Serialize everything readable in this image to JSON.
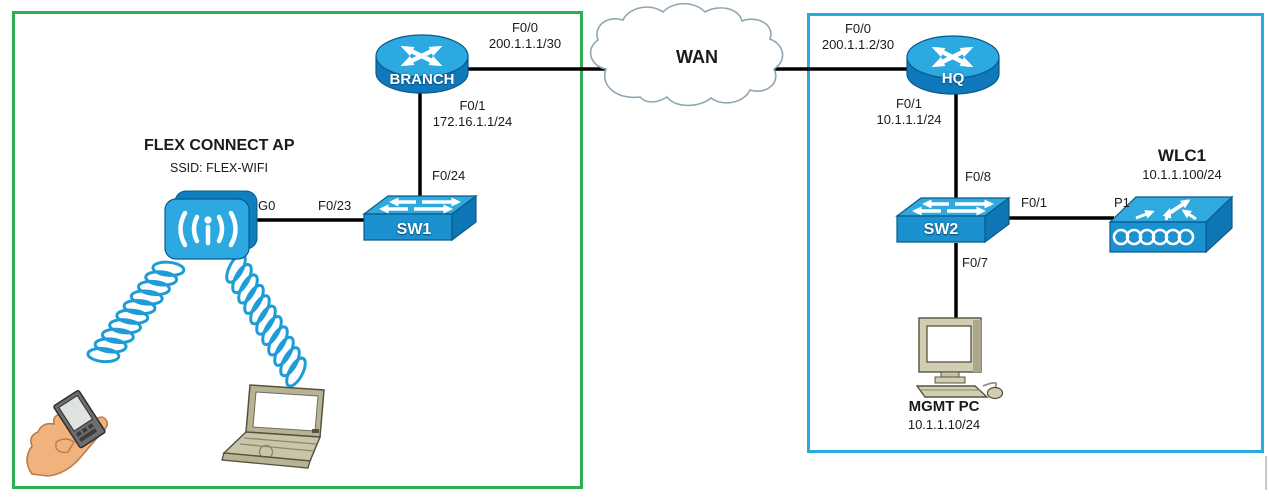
{
  "branch_site": {
    "ap_title": "FLEX CONNECT AP",
    "ap_ssid": "SSID: FLEX-WIFI",
    "router_name": "BRANCH",
    "router_wan_port": "F0/0",
    "router_wan_ip": "200.1.1.1/30",
    "router_lan_port": "F0/1",
    "router_lan_ip": "172.16.1.1/24",
    "switch_name": "SW1",
    "switch_uplink_port": "F0/24",
    "switch_ap_port": "F0/23",
    "ap_port": "G0"
  },
  "wan": {
    "label": "WAN"
  },
  "hq_site": {
    "router_name": "HQ",
    "router_wan_port": "F0/0",
    "router_wan_ip": "200.1.1.2/30",
    "router_lan_port": "F0/1",
    "router_lan_ip": "10.1.1.1/24",
    "switch_name": "SW2",
    "switch_uplink_port": "F0/8",
    "switch_wlc_port": "F0/1",
    "switch_pc_port": "F0/7",
    "wlc_name": "WLC1",
    "wlc_ip": "10.1.1.100/24",
    "wlc_port": "P1",
    "pc_name": "MGMT PC",
    "pc_ip": "10.1.1.10/24"
  },
  "icons": {
    "router": "router-icon",
    "switch": "switch-icon",
    "access_point": "access-point-icon",
    "wlc": "wireless-controller-icon",
    "pc": "desktop-pc-icon",
    "phone": "handheld-phone-icon",
    "laptop": "laptop-icon",
    "cloud": "wan-cloud",
    "wireless_signal": "wireless-signal"
  },
  "colors": {
    "branch_zone_border": "#2EAF54",
    "hq_zone_border": "#29ABE2",
    "device_blue_top": "#2FA9DE",
    "device_blue_front": "#1B91CF",
    "device_blue_dark": "#0E76B4",
    "wireless_blue": "#1E9CD7",
    "link": "#000000",
    "pc_beige": "#CFCBB0"
  }
}
